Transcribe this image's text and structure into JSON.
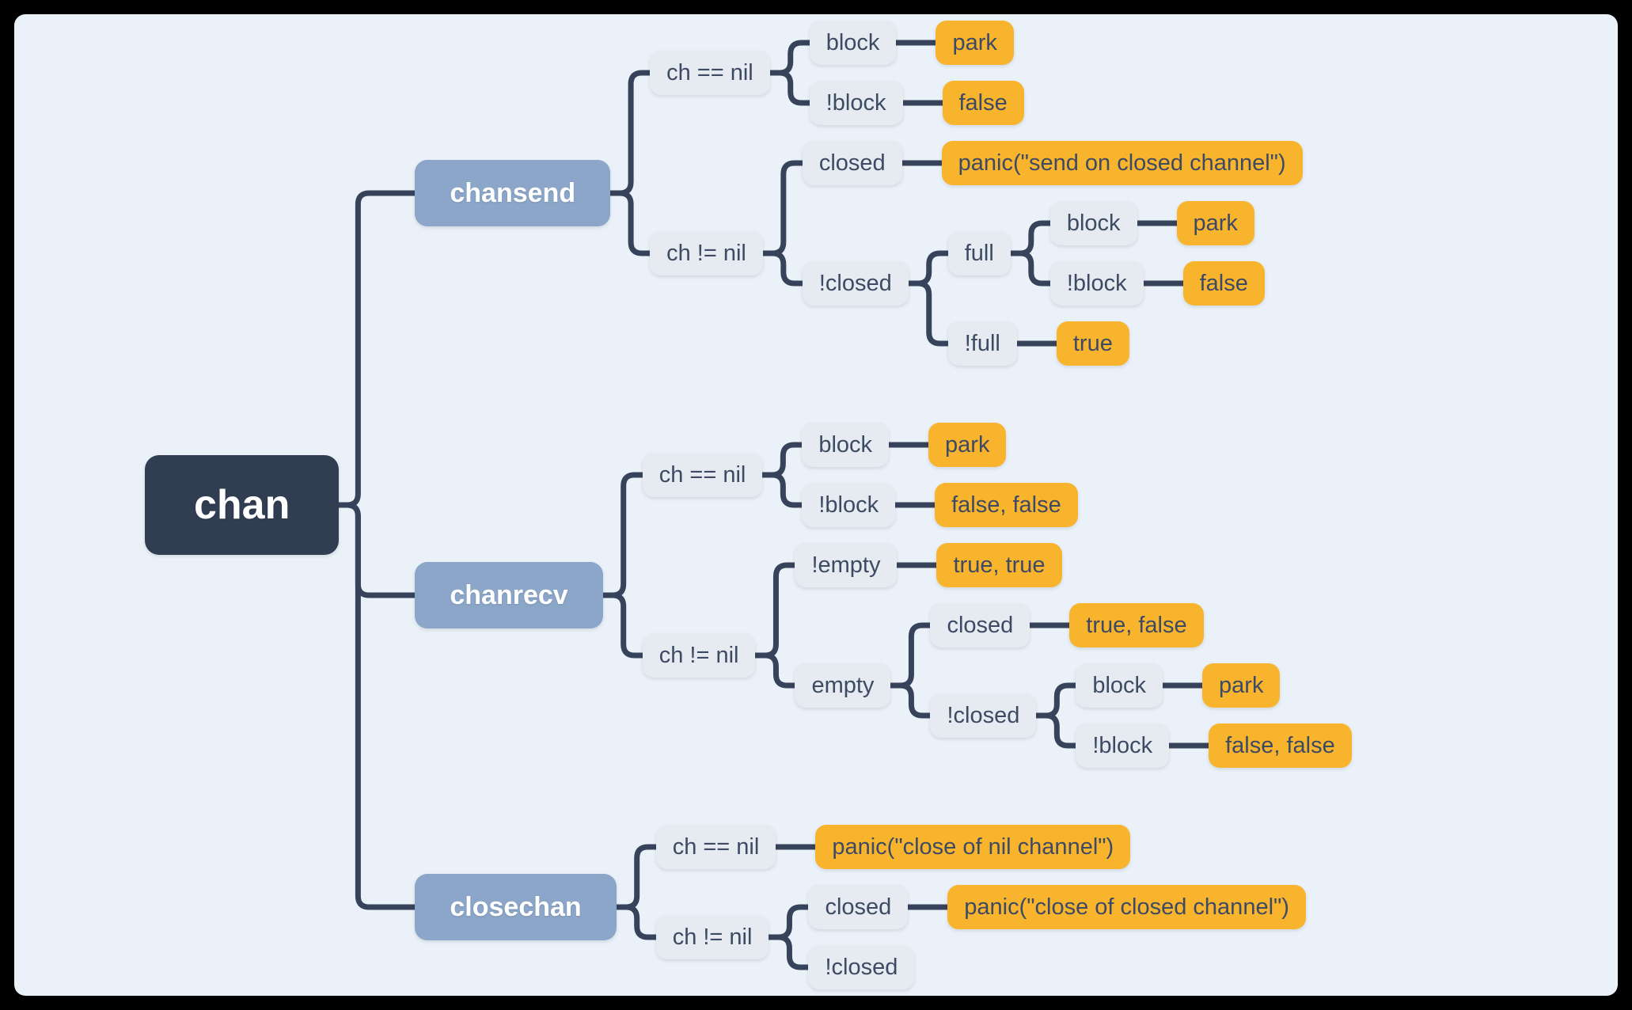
{
  "colors": {
    "root_bg": "#313E52",
    "branch_bg": "#8BA6C8",
    "condition_bg": "#E6EAF1",
    "result_bg": "#F9B42E",
    "line": "#36435A",
    "text_dark": "#3D4A63",
    "text_light": "#FFFFFF",
    "outer_bg": "#000000",
    "panel_bg": "#EBF1F8"
  },
  "tree": {
    "label": "chan",
    "type": "root",
    "children": [
      {
        "label": "chansend",
        "type": "branch",
        "children": [
          {
            "label": "ch == nil",
            "type": "condition",
            "children": [
              {
                "label": "block",
                "type": "condition",
                "children": [
                  {
                    "label": "park",
                    "type": "result"
                  }
                ]
              },
              {
                "label": "!block",
                "type": "condition",
                "children": [
                  {
                    "label": "false",
                    "type": "result"
                  }
                ]
              }
            ]
          },
          {
            "label": "ch != nil",
            "type": "condition",
            "children": [
              {
                "label": "closed",
                "type": "condition",
                "children": [
                  {
                    "label": "panic(\"send on closed channel\")",
                    "type": "result"
                  }
                ]
              },
              {
                "label": "!closed",
                "type": "condition",
                "children": [
                  {
                    "label": "full",
                    "type": "condition",
                    "children": [
                      {
                        "label": "block",
                        "type": "condition",
                        "children": [
                          {
                            "label": "park",
                            "type": "result"
                          }
                        ]
                      },
                      {
                        "label": "!block",
                        "type": "condition",
                        "children": [
                          {
                            "label": "false",
                            "type": "result"
                          }
                        ]
                      }
                    ]
                  },
                  {
                    "label": "!full",
                    "type": "condition",
                    "children": [
                      {
                        "label": "true",
                        "type": "result"
                      }
                    ]
                  }
                ]
              }
            ]
          }
        ]
      },
      {
        "label": "chanrecv",
        "type": "branch",
        "children": [
          {
            "label": "ch == nil",
            "type": "condition",
            "children": [
              {
                "label": "block",
                "type": "condition",
                "children": [
                  {
                    "label": "park",
                    "type": "result"
                  }
                ]
              },
              {
                "label": "!block",
                "type": "condition",
                "children": [
                  {
                    "label": "false, false",
                    "type": "result"
                  }
                ]
              }
            ]
          },
          {
            "label": "ch != nil",
            "type": "condition",
            "children": [
              {
                "label": "!empty",
                "type": "condition",
                "children": [
                  {
                    "label": "true, true",
                    "type": "result"
                  }
                ]
              },
              {
                "label": "empty",
                "type": "condition",
                "children": [
                  {
                    "label": "closed",
                    "type": "condition",
                    "children": [
                      {
                        "label": "true, false",
                        "type": "result"
                      }
                    ]
                  },
                  {
                    "label": "!closed",
                    "type": "condition",
                    "children": [
                      {
                        "label": "block",
                        "type": "condition",
                        "children": [
                          {
                            "label": "park",
                            "type": "result"
                          }
                        ]
                      },
                      {
                        "label": "!block",
                        "type": "condition",
                        "children": [
                          {
                            "label": "false, false",
                            "type": "result"
                          }
                        ]
                      }
                    ]
                  }
                ]
              }
            ]
          }
        ]
      },
      {
        "label": "closechan",
        "type": "branch",
        "children": [
          {
            "label": "ch == nil",
            "type": "condition",
            "children": [
              {
                "label": "panic(\"close of nil channel\")",
                "type": "result"
              }
            ]
          },
          {
            "label": "ch != nil",
            "type": "condition",
            "children": [
              {
                "label": "closed",
                "type": "condition",
                "children": [
                  {
                    "label": "panic(\"close of closed channel\")",
                    "type": "result"
                  }
                ]
              },
              {
                "label": "!closed",
                "type": "condition",
                "children": []
              }
            ]
          }
        ]
      }
    ]
  }
}
